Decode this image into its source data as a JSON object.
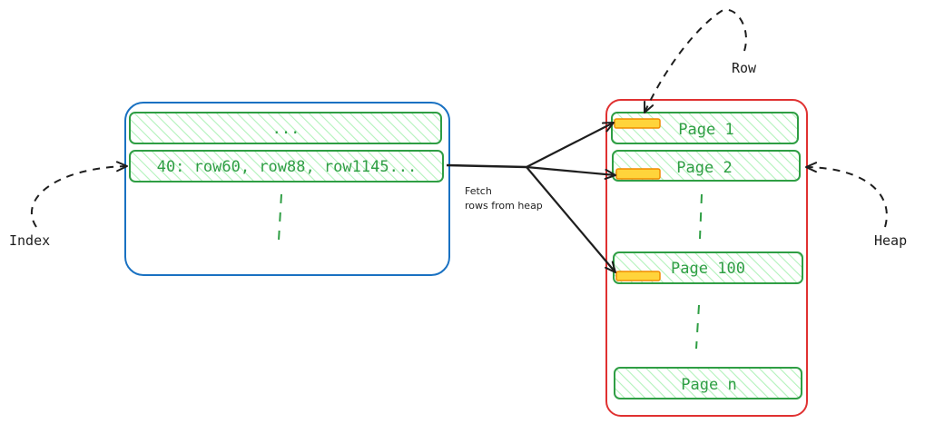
{
  "index": {
    "label": "Index",
    "entries": [
      {
        "text": "..."
      },
      {
        "text": "40: row60, row88, row1145..."
      }
    ]
  },
  "heap": {
    "label": "Heap",
    "pages": [
      {
        "text": "Page 1"
      },
      {
        "text": "Page 2"
      },
      {
        "text": "Page 100"
      },
      {
        "text": "Page n"
      }
    ]
  },
  "row_label": "Row",
  "fetch_label": {
    "line1": "Fetch",
    "line2": "rows from heap"
  },
  "colors": {
    "index_border": "#1971c2",
    "heap_border": "#e03131",
    "entry_green": "#2f9e44",
    "entry_fill": "#b2f2bb",
    "row_marker_fill": "#ffd43b",
    "row_marker_stroke": "#f08c00",
    "ink": "#1e1e1e"
  }
}
